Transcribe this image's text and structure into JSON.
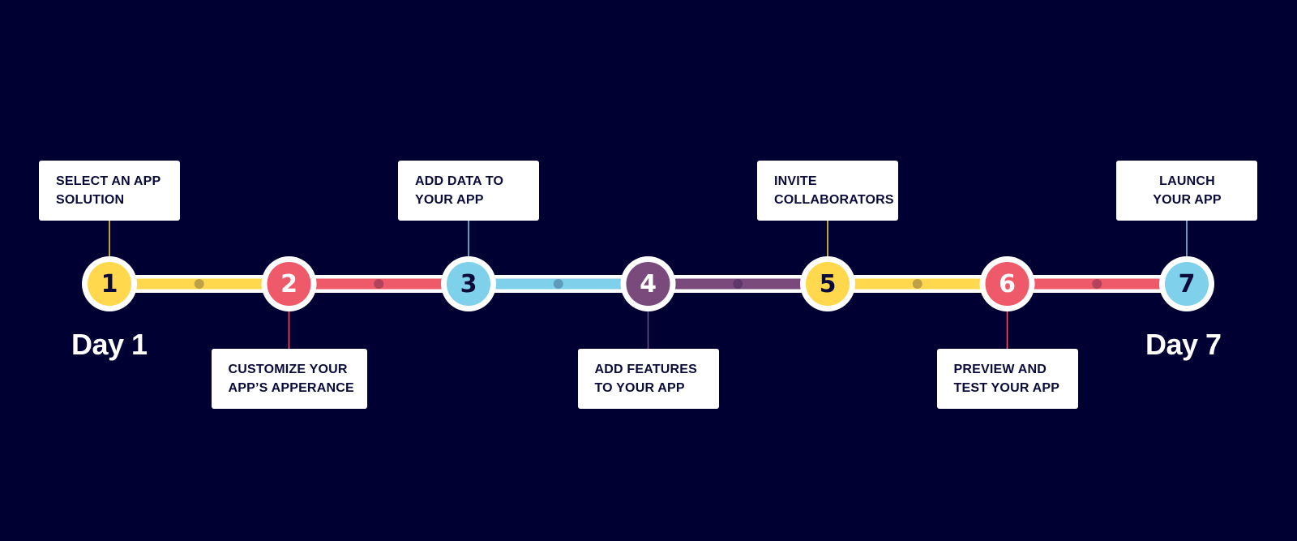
{
  "steps": [
    {
      "number": "1",
      "label_lines": [
        "SELECT AN APP",
        "SOLUTION"
      ],
      "color": "#ffd84d",
      "number_color": "#0b0b3b",
      "position": "above"
    },
    {
      "number": "2",
      "label_lines": [
        "CUSTOMIZE YOUR",
        "APP’S APPERANCE"
      ],
      "color": "#ef5a6a",
      "number_color": "#ffffff",
      "position": "below"
    },
    {
      "number": "3",
      "label_lines": [
        "ADD DATA TO",
        "YOUR APP"
      ],
      "color": "#7fd0ea",
      "number_color": "#0b0b3b",
      "position": "above"
    },
    {
      "number": "4",
      "label_lines": [
        "ADD FEATURES",
        "TO YOUR APP"
      ],
      "color": "#7b4a7c",
      "number_color": "#ffffff",
      "position": "below"
    },
    {
      "number": "5",
      "label_lines": [
        "INVITE",
        "COLLABORATORS"
      ],
      "color": "#ffd84d",
      "number_color": "#0b0b3b",
      "position": "above"
    },
    {
      "number": "6",
      "label_lines": [
        "PREVIEW AND",
        "TEST YOUR APP"
      ],
      "color": "#ef5a6a",
      "number_color": "#ffffff",
      "position": "below"
    },
    {
      "number": "7",
      "label_lines": [
        "LAUNCH",
        "YOUR APP"
      ],
      "color": "#7fd0ea",
      "number_color": "#0b0b3b",
      "position": "above"
    }
  ],
  "day_labels": {
    "start": "Day 1",
    "end": "Day 7"
  },
  "colors": {
    "background": "#000033",
    "card": "#ffffff",
    "card_text": "#0b0b3b",
    "ring": "#ffffff"
  }
}
